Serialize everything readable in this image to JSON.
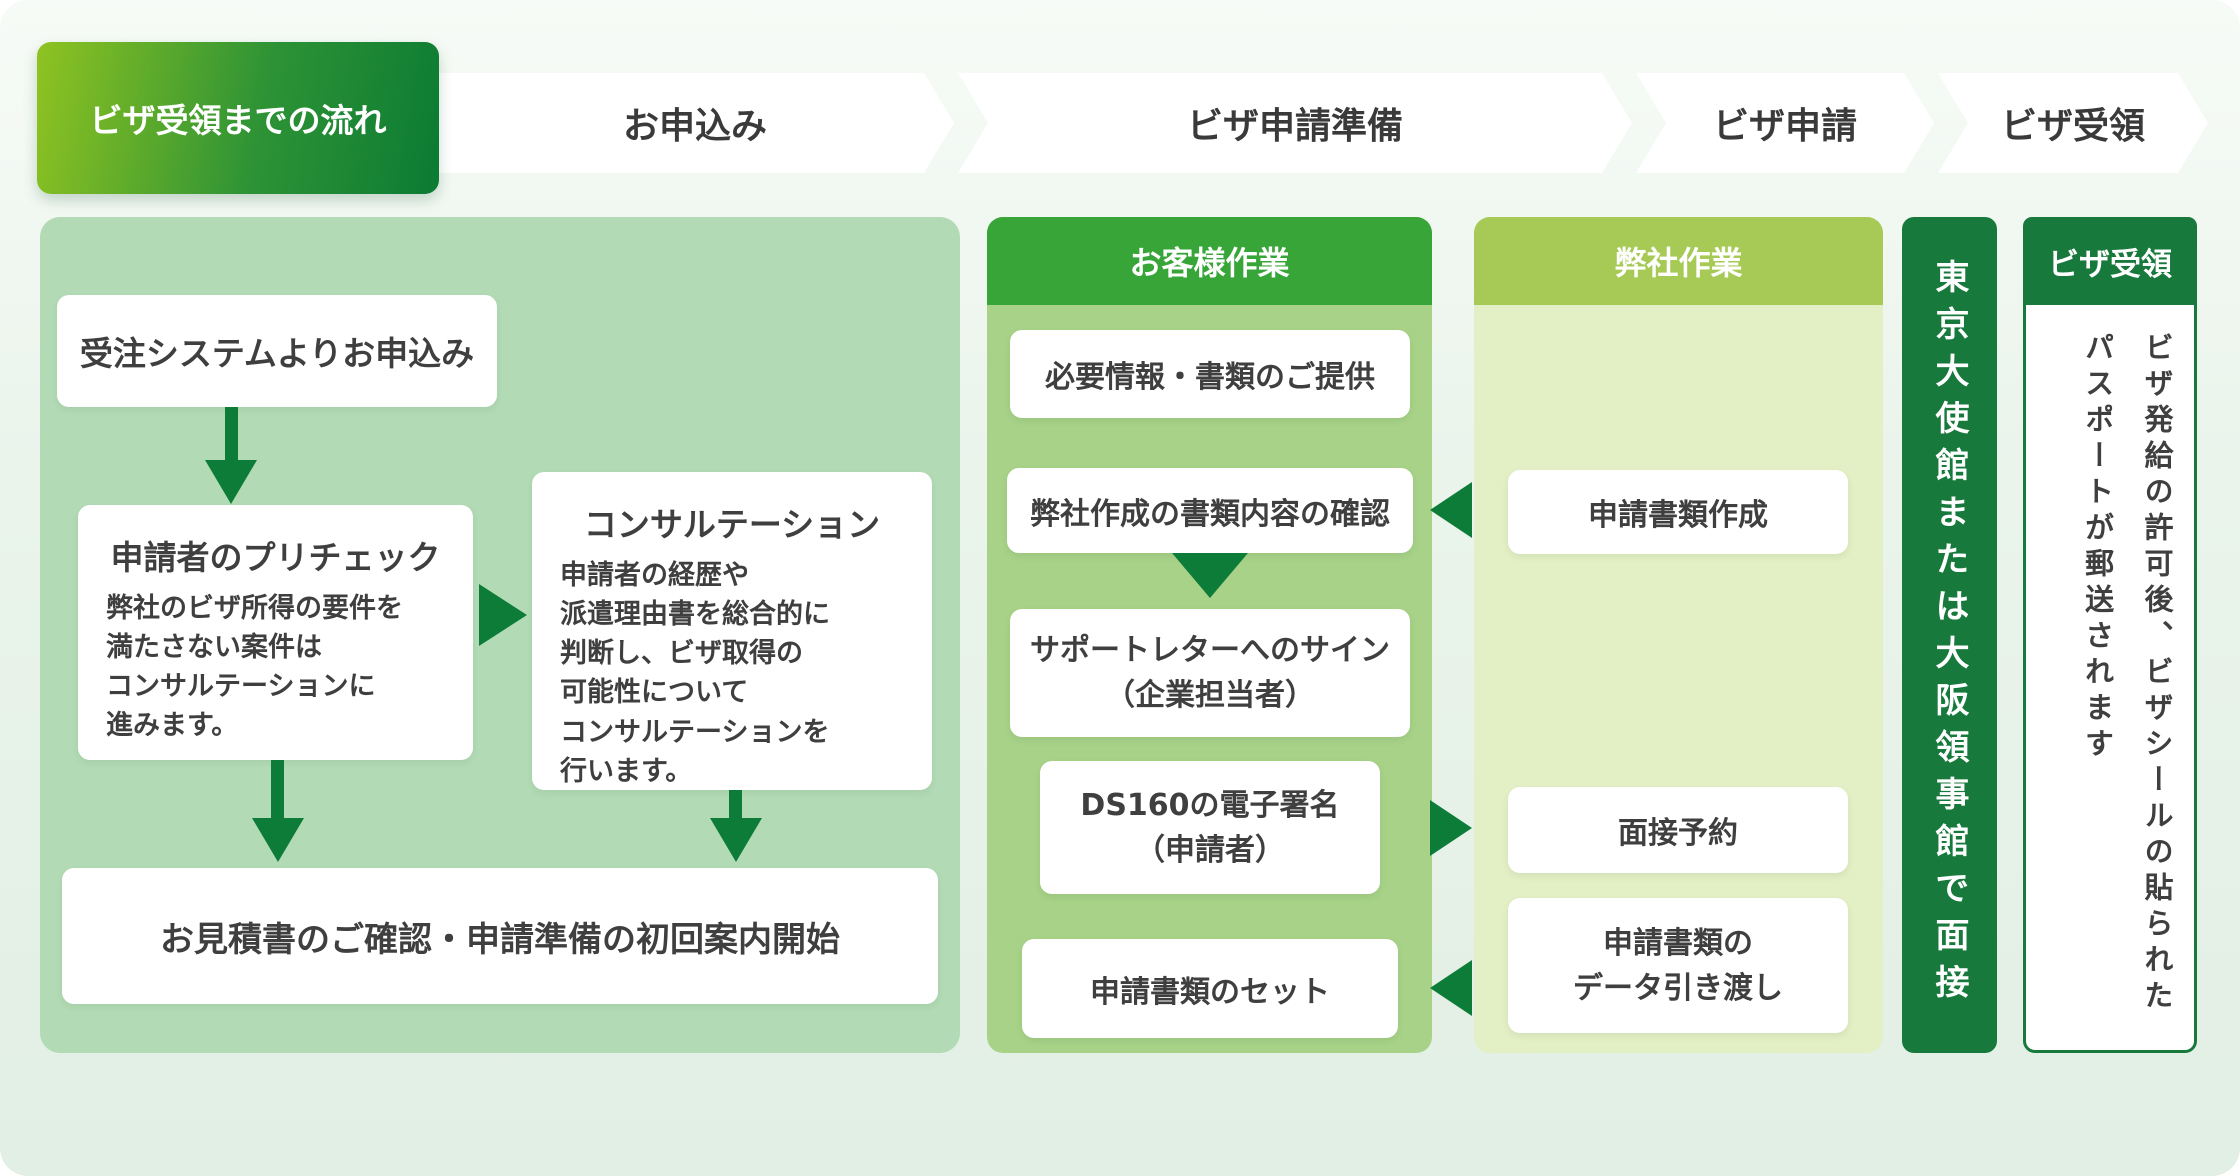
{
  "colors": {
    "tab_gradient_start": "#8fc321",
    "tab_gradient_end": "#0b7b33",
    "left_panel_bg": "#b2dbb5",
    "customer_header_bg": "#38a538",
    "customer_panel_bg": "#a7d288",
    "company_header_bg": "#a6ca55",
    "company_panel_bg": "#e3efc4",
    "interview_bar_bg": "#17793b",
    "arrow_green": "#0d7c39",
    "text_dark": "#3f3f3f"
  },
  "stepper": {
    "active_label": "ビザ受領までの流れ",
    "steps": [
      {
        "label": "お申込み"
      },
      {
        "label": "ビザ申請準備"
      },
      {
        "label": "ビザ申請"
      },
      {
        "label": "ビザ受領"
      }
    ]
  },
  "application_flow": {
    "order_box": "受注システムよりお申込み",
    "precheck": {
      "title": "申請者のプリチェック",
      "body": "弊社のビザ所得の要件を\n満たさない案件は\nコンサルテーションに\n進みます。"
    },
    "consultation": {
      "title": "コンサルテーション",
      "body": "申請者の経歴や\n派遣理由書を総合的に\n判断し、ビザ取得の\n可能性について\nコンサルテーションを\n行います。"
    },
    "estimate_box": "お見積書のご確認・申請準備の初回案内開始"
  },
  "customer_tasks": {
    "header": "お客様作業",
    "provide_box": "必要情報・書類のご提供",
    "confirm_box": "弊社作成の書類内容の確認",
    "support_letter_box": "サポートレターへのサイン\n（企業担当者）",
    "ds160_box": "DS160の電子署名\n（申請者）",
    "set_box": "申請書類のセット"
  },
  "company_tasks": {
    "header": "弊社作業",
    "create_box": "申請書類作成",
    "interview_box": "面接予約",
    "handover_box": "申請書類の\nデータ引き渡し"
  },
  "interview_bar": {
    "label": "東京大使館または大阪領事館で面接"
  },
  "visa_receipt": {
    "header": "ビザ受領",
    "body": "ビザ発給の許可後、ビザシールの貼られた\nパスポートが郵送されます"
  }
}
